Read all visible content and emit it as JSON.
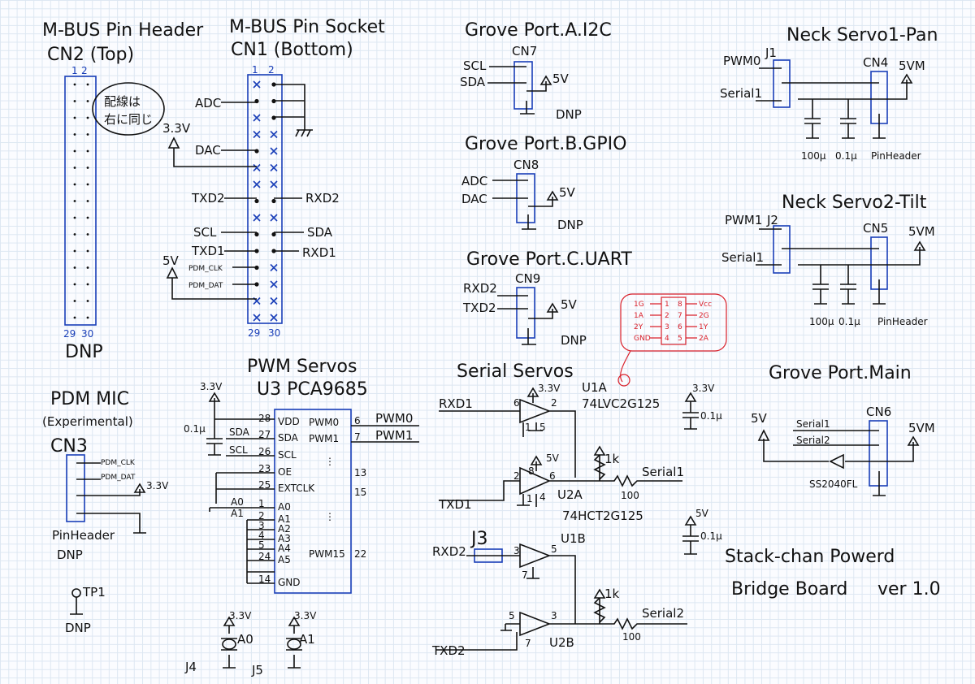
{
  "titles": {
    "cn2_title": "M-BUS Pin Header",
    "cn2_sub": "CN2 (Top)",
    "cn1_title": "M-BUS Pin Socket",
    "cn1_sub": "CN1 (Bottom)",
    "grove_a": "Grove Port.A.I2C",
    "grove_b": "Grove Port.B.GPIO",
    "grove_c": "Grove Port.C.UART",
    "neck1": "Neck Servo1-Pan",
    "neck2": "Neck Servo2-Tilt",
    "pwm_servos": "PWM Servos",
    "u3": "U3 PCA9685",
    "serial_servos": "Serial Servos",
    "grove_main": "Grove Port.Main",
    "pdm_mic": "PDM MIC",
    "pdm_exp": "(Experimental)",
    "board1": "Stack-chan Powerd",
    "board2": "Bridge Board",
    "version": "ver 1.0"
  },
  "cn2": {
    "pin1": "1",
    "pin2": "2",
    "pin29": "29",
    "pin30": "30",
    "dnp": "DNP",
    "note1": "配線は",
    "note2": "右に同じ"
  },
  "cn1": {
    "pin1": "1",
    "pin2": "2",
    "pin29": "29",
    "pin30": "30",
    "adc": "ADC",
    "v33": "3.3V",
    "dac": "DAC",
    "txd2": "TXD2",
    "rxd2": "RXD2",
    "scl": "SCL",
    "sda": "SDA",
    "txd1": "TXD1",
    "rxd1": "RXD1",
    "v5": "5V",
    "pdm_clk": "PDM_CLK",
    "pdm_dat": "PDM_DAT"
  },
  "cn7": {
    "name": "CN7",
    "scl": "SCL",
    "sda": "SDA",
    "v5": "5V",
    "dnp": "DNP"
  },
  "cn8": {
    "name": "CN8",
    "adc": "ADC",
    "dac": "DAC",
    "v5": "5V",
    "dnp": "DNP"
  },
  "cn9": {
    "name": "CN9",
    "rxd2": "RXD2",
    "txd2": "TXD2",
    "v5": "5V",
    "dnp": "DNP"
  },
  "ic_pinout": {
    "left": [
      "1G",
      "1A",
      "2Y",
      "GND"
    ],
    "pins_left": [
      "1",
      "2",
      "3",
      "4"
    ],
    "pins_right": [
      "8",
      "7",
      "6",
      "5"
    ],
    "right": [
      "Vcc",
      "2G",
      "1Y",
      "2A"
    ]
  },
  "servo1": {
    "j": "J1",
    "cn": "CN4",
    "pwm": "PWM0",
    "serial": "Serial1",
    "vm": "5VM",
    "c1": "100μ",
    "c2": "0.1μ",
    "hdr": "PinHeader"
  },
  "servo2": {
    "j": "J2",
    "cn": "CN5",
    "pwm": "PWM1",
    "serial": "Serial1",
    "vm": "5VM",
    "c1": "100μ",
    "c2": "0.1μ",
    "hdr": "PinHeader"
  },
  "u3": {
    "v33": "3.3V",
    "cap": "0.1μ",
    "left_nets": [
      "SDA",
      "SCL"
    ],
    "left_pins": [
      "28",
      "27",
      "26",
      "23",
      "25",
      "1",
      "2",
      "3",
      "4",
      "5",
      "24",
      "14"
    ],
    "left_labels": [
      "VDD",
      "SDA",
      "SCL",
      "OE",
      "EXTCLK",
      "A0",
      "A1",
      "A2",
      "A3",
      "A4",
      "A5",
      "GND"
    ],
    "a0": "A0",
    "a1": "A1",
    "right_labels": [
      "PWM0",
      "PWM1",
      "PWM15"
    ],
    "right_pins": [
      "6",
      "7",
      "13",
      "15",
      "22"
    ],
    "right_nets": [
      "PWM0",
      "PWM1"
    ]
  },
  "jumpers": {
    "j4": "J4",
    "j5": "J5",
    "a0": "A0",
    "a1": "A1",
    "v33a": "3.3V",
    "v33b": "3.3V"
  },
  "serial": {
    "rxd1": "RXD1",
    "txd1": "TXD1",
    "rxd2": "RXD2",
    "txd2": "TXD2",
    "u1a": "U1A",
    "u1a_part": "74LVC2G125",
    "u2a": "U2A",
    "u2a_part": "74HCT2G125",
    "u1b": "U1B",
    "u2b": "U2B",
    "j3": "J3",
    "v33": "3.3V",
    "v5": "5V",
    "r1k_a": "1k",
    "r1k_b": "1k",
    "r100_a": "100",
    "r100_b": "100",
    "serial1": "Serial1",
    "serial2": "Serial2",
    "p6": "6",
    "p2": "2",
    "p1": "1",
    "p5": "5",
    "p8": "8",
    "p3": "3",
    "p7": "7",
    "p4": "4",
    "cap1_v": "3.3V",
    "cap1": "0.1μ",
    "cap2_v": "5V",
    "cap2": "0.1μ"
  },
  "cn6": {
    "name": "CN6",
    "v5": "5V",
    "vm": "5VM",
    "serial1": "Serial1",
    "serial2": "Serial2",
    "diode": "SS2040FL"
  },
  "cn3": {
    "name": "CN3",
    "clk": "PDM_CLK",
    "dat": "PDM_DAT",
    "v33": "3.3V",
    "hdr": "PinHeader",
    "dnp": "DNP"
  },
  "tp1": {
    "name": "TP1",
    "dnp": "DNP"
  },
  "colors": {
    "ink": "#111111",
    "blue": "#1a3fb8",
    "red": "#d9202a",
    "grid": "#dde7f2"
  }
}
